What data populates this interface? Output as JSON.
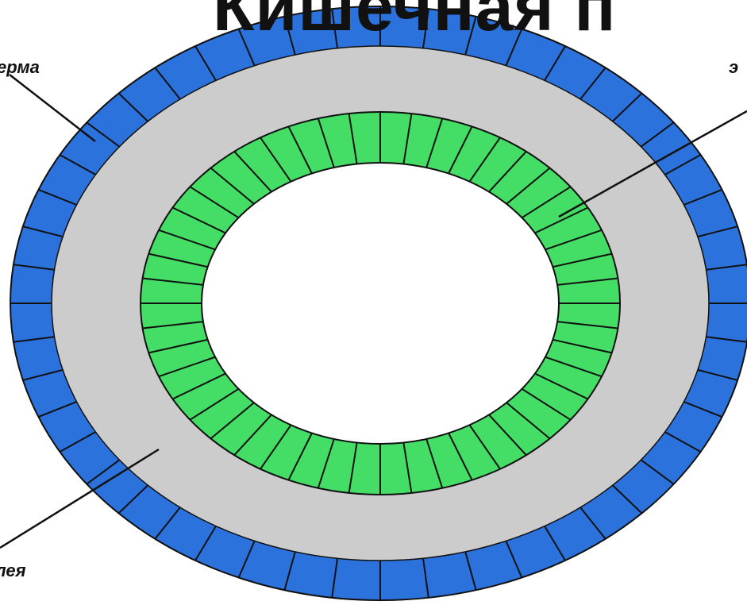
{
  "title": "Кишечная п",
  "labels": {
    "top_left": "ерма",
    "top_right": "э",
    "bottom_left": "лея"
  },
  "colors": {
    "outer_layer": "#2b72dc",
    "middle_layer": "#cccccc",
    "inner_layer": "#44dd66",
    "cavity": "#ffffff",
    "outline": "#111111"
  }
}
